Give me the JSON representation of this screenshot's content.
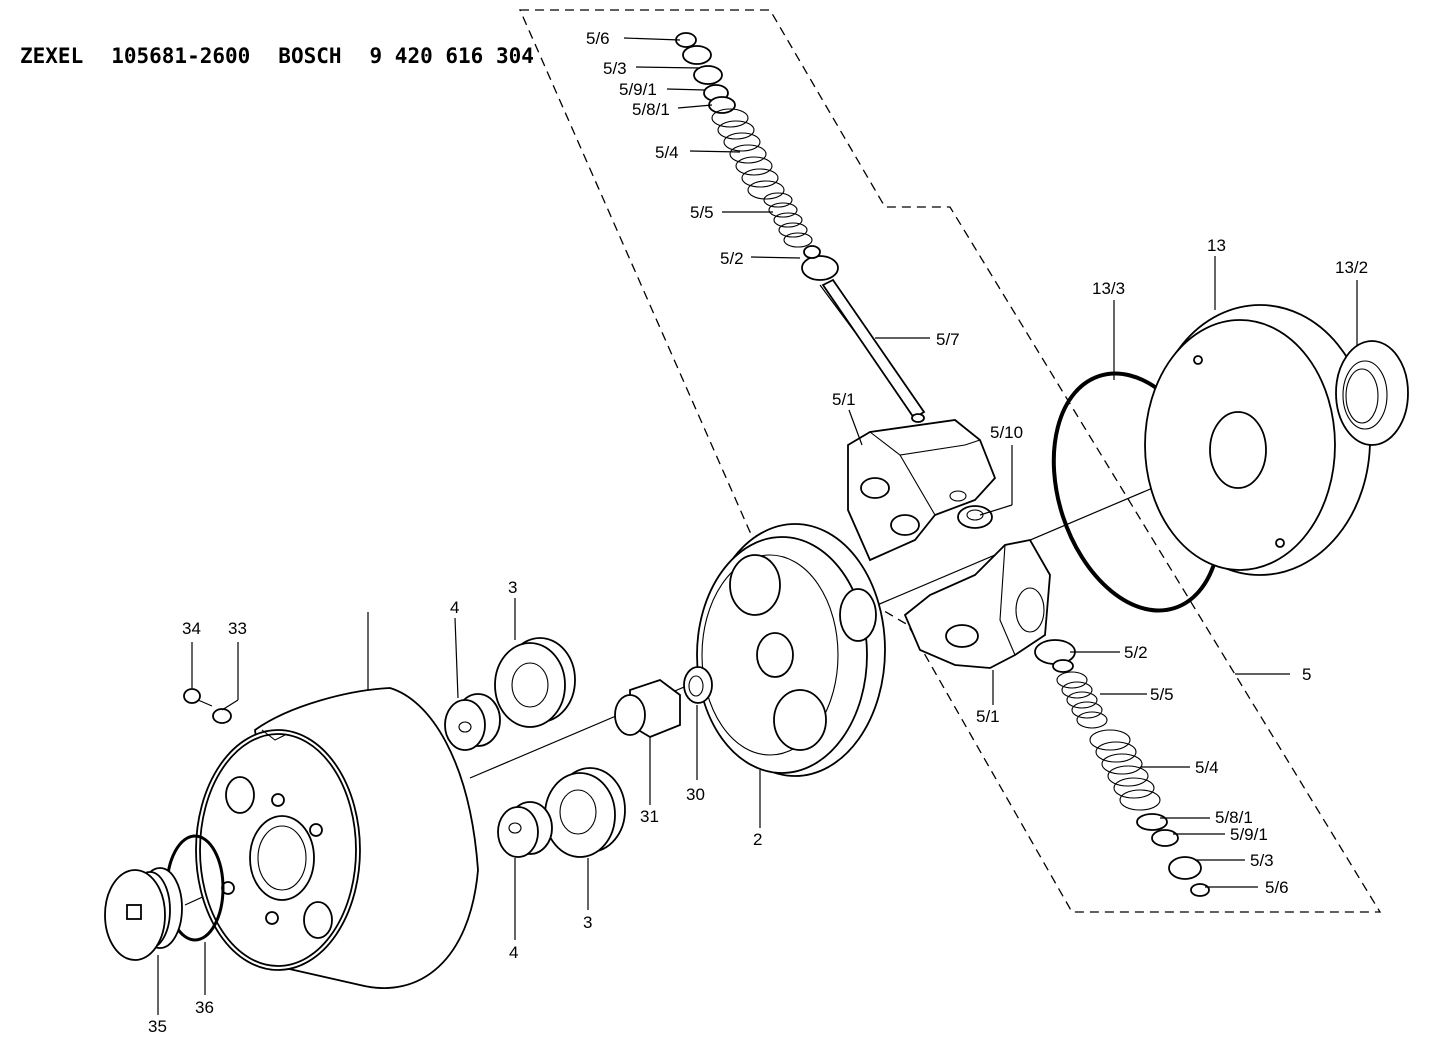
{
  "header": {
    "brand1": "ZEXEL",
    "part1": "105681-2600",
    "brand2": "BOSCH",
    "part2": "9 420 616 304"
  },
  "labels": {
    "l_5_6_top": "5/6",
    "l_5_3_top": "5/3",
    "l_5_9_1_top": "5/9/1",
    "l_5_8_1_top": "5/8/1",
    "l_5_4_top": "5/4",
    "l_5_5_top": "5/5",
    "l_5_2_top": "5/2",
    "l_5_7": "5/7",
    "l_5_1_top": "5/1",
    "l_5_10": "5/10",
    "l_13_3": "13/3",
    "l_13": "13",
    "l_13_2": "13/2",
    "l_5_2_bot": "5/2",
    "l_5_5_bot": "5/5",
    "l_5": "5",
    "l_5_1_bot": "5/1",
    "l_5_4_bot": "5/4",
    "l_5_8_1_bot": "5/8/1",
    "l_5_9_1_bot": "5/9/1",
    "l_5_3_bot": "5/3",
    "l_5_6_bot": "5/6",
    "l_34": "34",
    "l_33": "33",
    "l_4_top": "4",
    "l_3_top": "3",
    "l_30": "30",
    "l_31": "31",
    "l_2": "2",
    "l_3_bot": "3",
    "l_4_bot": "4",
    "l_35": "35",
    "l_36": "36"
  }
}
